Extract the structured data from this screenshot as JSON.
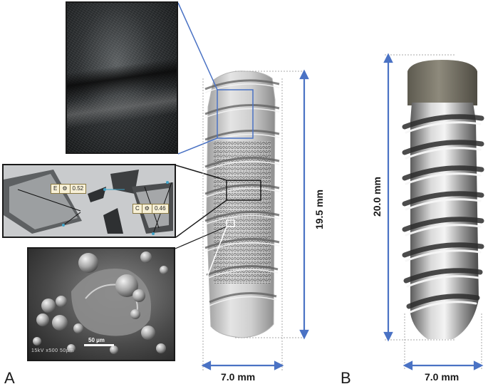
{
  "figure": {
    "panel_a_letter": "A",
    "panel_b_letter": "B",
    "panel_a": {
      "screw_length": "19.5 mm",
      "screw_width": "7.0 mm",
      "measurements": [
        {
          "key": "E",
          "value": "0.52"
        },
        {
          "key": "C",
          "value": "0.46"
        }
      ],
      "sem_scale_label": "50 µm",
      "sem_footer": "15kV  x500  50µm"
    },
    "panel_b": {
      "screw_length": "20.0 mm",
      "screw_width": "7.0 mm"
    },
    "colors": {
      "dimension_arrow": "#4a72c4",
      "callout_line_top": "#4a72c4",
      "callout_line_middle": "#1a1a1a",
      "callout_line_bottom": "#ffffff",
      "guide_line": "#999999"
    }
  }
}
